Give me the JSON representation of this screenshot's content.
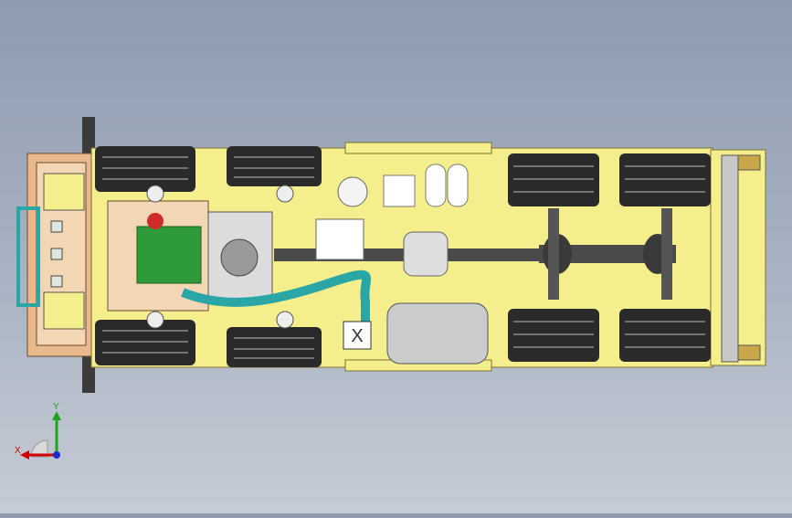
{
  "viewport": {
    "background_top": "#8e9bb0",
    "background_bottom": "#c6ccd6",
    "model_colors": {
      "frame": "#f5ee8c",
      "tire": "#2a2a2a",
      "engine": "#2e9a3a",
      "cab": "#e9b98c",
      "pipe": "#2aa6a6",
      "tank": "#c9cbcc"
    }
  },
  "triad": {
    "x_label": "X",
    "y_label": "Y",
    "x_color": "#d40000",
    "y_color": "#18a818",
    "z_color": "#1a2bd0"
  },
  "annotations": {
    "marker_letter": "X"
  }
}
